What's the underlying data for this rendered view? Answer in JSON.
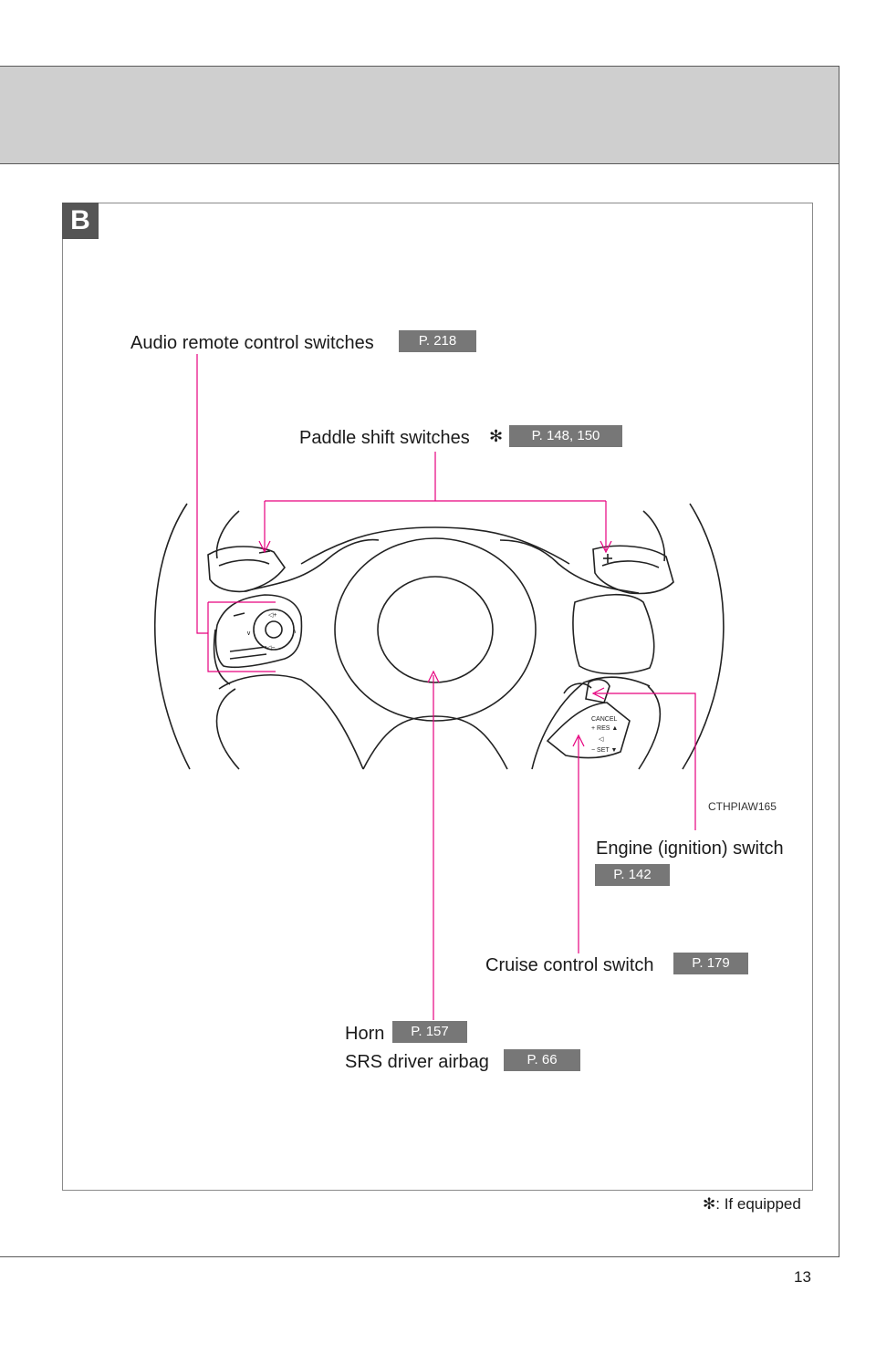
{
  "section_badge": "B",
  "callouts": {
    "audio": {
      "label": "Audio remote control switches",
      "ref": "P. 218"
    },
    "paddle": {
      "label": "Paddle shift switches",
      "star": "✻",
      "ref": "P. 148, 150"
    },
    "engine": {
      "label": "Engine (ignition) switch",
      "ref": "P. 142"
    },
    "cruise": {
      "label": "Cruise control switch",
      "ref": "P. 179"
    },
    "horn": {
      "label": "Horn",
      "ref": "P. 157"
    },
    "airbag": {
      "label": "SRS driver airbag",
      "ref": "P. 66"
    }
  },
  "image_code": "CTHPIAW165",
  "footnote": {
    "star": "✻",
    "text": ": If equipped"
  },
  "page_number": "13",
  "colors": {
    "leader_line": "#e6007e",
    "ref_badge": "#777777",
    "header_band": "#cfcfcf",
    "section_badge": "#555555"
  }
}
